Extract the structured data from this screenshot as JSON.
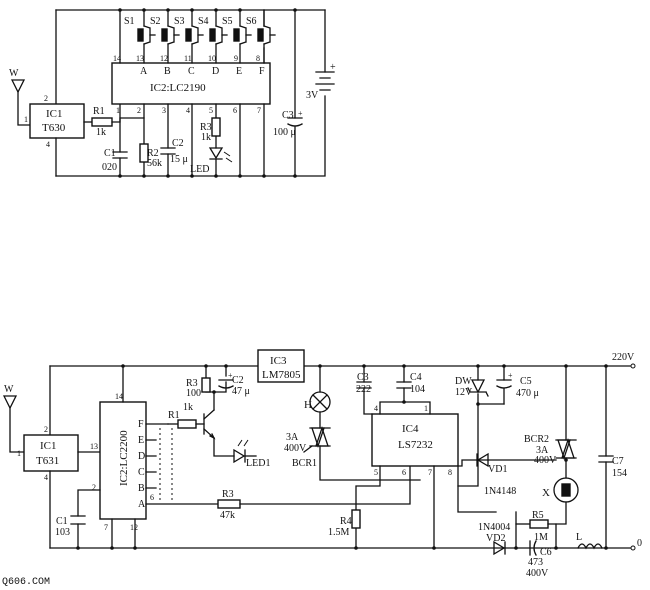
{
  "transmitter": {
    "antenna_label": "W",
    "ic1": {
      "name": "IC1",
      "part": "T630",
      "pins": [
        "2",
        "1",
        "4"
      ]
    },
    "ic2": {
      "label": "IC2:LC2190",
      "top_pins": [
        "14",
        "13",
        "12",
        "11",
        "10",
        "9",
        "8"
      ],
      "top_letters": [
        "A",
        "B",
        "C",
        "D",
        "E",
        "F"
      ],
      "bottom_pins": [
        "1",
        "2",
        "3",
        "4",
        "5",
        "6",
        "7"
      ]
    },
    "switches": [
      "S1",
      "S2",
      "S3",
      "S4",
      "S5",
      "S6"
    ],
    "r1": {
      "name": "R1",
      "value": "1k"
    },
    "c1": {
      "name": "C1",
      "value": "020"
    },
    "r2": {
      "name": "R2",
      "value": "56k"
    },
    "c2": {
      "name": "C2",
      "value": "15 μ"
    },
    "r3": {
      "name": "R3",
      "value": "1k"
    },
    "led": "LED",
    "c3": {
      "name": "C3",
      "value": "100 μ"
    },
    "battery": {
      "voltage": "3V",
      "plus": "+"
    }
  },
  "receiver": {
    "antenna_label": "W",
    "ic1": {
      "name": "IC1",
      "part": "T631",
      "pins": [
        "2",
        "1",
        "4",
        "13"
      ]
    },
    "ic2": {
      "label": "IC2:LC2200",
      "top_pin": "14",
      "right_letters": [
        "F",
        "E",
        "D",
        "C",
        "B",
        "A"
      ],
      "left_pin": "2",
      "bottom_pins": [
        "7",
        "12"
      ],
      "right_pin": "6"
    },
    "ic3": {
      "name": "IC3",
      "part": "LM7805"
    },
    "ic4": {
      "name": "IC4",
      "part": "LS7232",
      "top_pins": [
        "4",
        "1"
      ],
      "bottom_pins": [
        "5",
        "6",
        "7",
        "8"
      ]
    },
    "r1": {
      "name": "R1",
      "value": "1k"
    },
    "r3b": {
      "name": "R3",
      "value": "100"
    },
    "c2": {
      "name": "C2",
      "value": "47 μ"
    },
    "led": "LED1",
    "lamp": "H",
    "bcr1": {
      "name": "BCR1",
      "rating1": "3A",
      "rating2": "400V"
    },
    "r3": {
      "name": "R3",
      "value": "47k"
    },
    "c1": {
      "name": "C1",
      "value": "103"
    },
    "c3": {
      "name": "C3",
      "value": "222"
    },
    "c4": {
      "name": "C4",
      "value": "104"
    },
    "r4": {
      "name": "R4",
      "value": "1.5M"
    },
    "dw": {
      "name": "DW",
      "value": "12V"
    },
    "c5": {
      "name": "C5",
      "value": "470 μ"
    },
    "bcr2": {
      "name": "BCR2",
      "rating1": "3A",
      "rating2": "400V"
    },
    "vd1": {
      "name": "VD1",
      "part": "1N4148"
    },
    "motor": "X",
    "vd2": {
      "name": "VD2",
      "part": "1N4004"
    },
    "r5": {
      "name": "R5",
      "value": "1M"
    },
    "c6": {
      "name": "C6",
      "value": "473",
      "rating": "400V"
    },
    "c7": {
      "name": "C7",
      "value": "154"
    },
    "inductor": "L",
    "supply": {
      "high": "220V",
      "low": "0"
    },
    "plus": "+"
  },
  "watermark": "Q606.COM"
}
